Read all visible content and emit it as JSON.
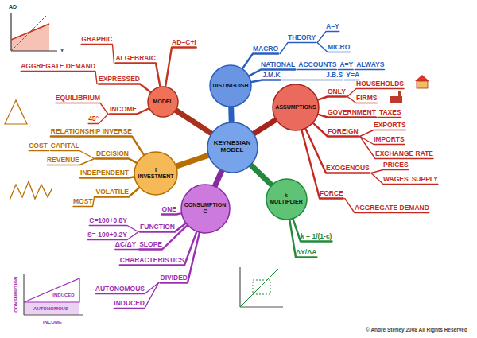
{
  "diagram": {
    "nodes": [
      {
        "text": [
          "KEYNESIAN MODEL"
        ]
      },
      {
        "text": [
          "MODEL"
        ]
      },
      {
        "text": [
          "DISTINGUISH"
        ]
      },
      {
        "text": [
          "ASSUMPTIONS"
        ]
      },
      {
        "text": [
          "k",
          "MULTIPLIER"
        ]
      },
      {
        "text": [
          "CONSUMPTION",
          "C"
        ]
      },
      {
        "text": [
          "I",
          "INVESTMENT"
        ]
      }
    ],
    "edges": [
      {
        "from": 0,
        "to": 1,
        "arrow": "none"
      },
      {
        "from": 0,
        "to": 2,
        "arrow": "none"
      },
      {
        "from": 0,
        "to": 3,
        "arrow": "none"
      },
      {
        "from": 0,
        "to": 4,
        "arrow": "none"
      },
      {
        "from": 0,
        "to": 5,
        "arrow": "none"
      },
      {
        "from": 0,
        "to": 6,
        "arrow": "none"
      }
    ],
    "labels": [
      "INCOME",
      "EQUILIBRIUM",
      "45°",
      "EXPRESSED",
      "AGGREGATE DEMAND",
      "ALGEBRAIC",
      "GRAPHIC",
      "AD=C+I",
      "MACRO",
      "THEORY",
      "A=Y",
      "MICRO",
      "NATIONAL",
      "ACCOUNTS",
      "A=Y",
      "ALWAYS",
      "J.M.K",
      "J.B.S",
      "Y=A",
      "ONLY",
      "HOUSEHOLDS",
      "FIRMS",
      "GOVERNMENT",
      "TAXES",
      "FOREIGN",
      "EXPORTS",
      "IMPORTS",
      "EXCHANGE RATE",
      "EXOGENOUS",
      "PRICES",
      "WAGES",
      "SUPPLY",
      "FORCE",
      "AGGREGATE DEMAND",
      "k = 1/(1-c)",
      "ΔY/ΔA",
      "ONE",
      "FUNCTION",
      "C=100+0.8Y",
      "S=-100+0.2Y",
      "SLOPE",
      "ΔC/ΔY",
      "CHARACTERISTICS",
      "DIVIDED",
      "AUTONOMOUS",
      "INDUCED",
      "RELATIONSHIP INVERSE",
      "DECISION",
      "CAPITAL",
      "REVENUE",
      "COST",
      "INDEPENDENT",
      "VOLATILE",
      "MOST",
      "AD",
      "Y",
      "CONSUMPTION",
      "INCOME",
      "AUTONOMOUS",
      "INDUCED",
      "© André Sterley 2008 All Rights Reserved"
    ]
  }
}
